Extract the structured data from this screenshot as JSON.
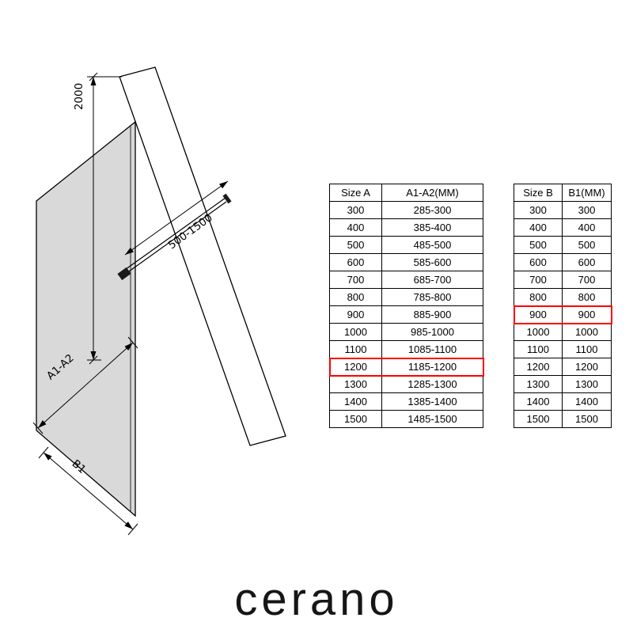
{
  "drawing": {
    "labels": {
      "height": "2000",
      "bar_range": "500-1500",
      "panel_width": "A1-A2",
      "base_width": "B1"
    }
  },
  "table_a": {
    "headers": [
      "Size A",
      "A1-A2(MM)"
    ],
    "rows": [
      [
        "300",
        "285-300"
      ],
      [
        "400",
        "385-400"
      ],
      [
        "500",
        "485-500"
      ],
      [
        "600",
        "585-600"
      ],
      [
        "700",
        "685-700"
      ],
      [
        "800",
        "785-800"
      ],
      [
        "900",
        "885-900"
      ],
      [
        "1000",
        "985-1000"
      ],
      [
        "1100",
        "1085-1100"
      ],
      [
        "1200",
        "1185-1200"
      ],
      [
        "1300",
        "1285-1300"
      ],
      [
        "1400",
        "1385-1400"
      ],
      [
        "1500",
        "1485-1500"
      ]
    ],
    "highlight_row": 9
  },
  "table_b": {
    "headers": [
      "Size B",
      "B1(MM)"
    ],
    "rows": [
      [
        "300",
        "300"
      ],
      [
        "400",
        "400"
      ],
      [
        "500",
        "500"
      ],
      [
        "600",
        "600"
      ],
      [
        "700",
        "700"
      ],
      [
        "800",
        "800"
      ],
      [
        "900",
        "900"
      ],
      [
        "1000",
        "1000"
      ],
      [
        "1100",
        "1100"
      ],
      [
        "1200",
        "1200"
      ],
      [
        "1300",
        "1300"
      ],
      [
        "1400",
        "1400"
      ],
      [
        "1500",
        "1500"
      ]
    ],
    "highlight_row": 6
  },
  "brand": "cerano",
  "colors": {
    "highlight": "#ff0000",
    "glass": "#d9d9d9",
    "line": "#000000"
  }
}
